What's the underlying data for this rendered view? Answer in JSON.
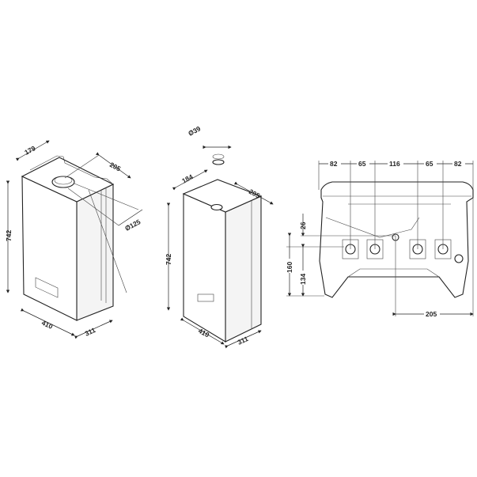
{
  "left_view": {
    "depth_top": "179",
    "flue_offset": "205",
    "flue_diameter": "Ø125",
    "height": "742",
    "width": "410",
    "depth": "311"
  },
  "middle_view": {
    "pipe_diameter": "Ø39",
    "depth_top": "184",
    "flue_offset": "205",
    "height": "742",
    "width": "410",
    "depth": "311"
  },
  "bottom_view": {
    "top_dims": [
      "82",
      "65",
      "116",
      "65",
      "82"
    ],
    "dim_26": "26",
    "dim_160": "160",
    "dim_134": "134",
    "dim_205": "205"
  }
}
